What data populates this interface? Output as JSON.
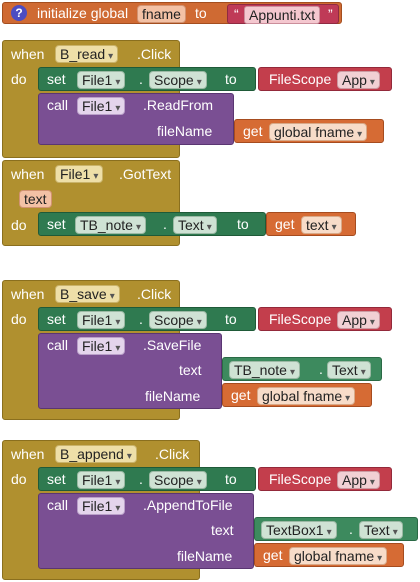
{
  "init": {
    "label": "initialize global",
    "var": "fname",
    "to": "to",
    "quote_open": "“",
    "value": "Appunti.txt",
    "quote_close": "”",
    "help": "?"
  },
  "common": {
    "when": "when",
    "do": "do",
    "set": "set",
    "call": "call",
    "to": "to",
    "dot": ".",
    "get": "get",
    "caret": "▾"
  },
  "blocks": [
    {
      "component": "B_read",
      "event": ".Click",
      "set_comp": "File1",
      "set_prop": "Scope",
      "scope_label": "FileScope",
      "scope_val": "App",
      "call_comp": "File1",
      "method": ".ReadFrom",
      "arg1": "fileName",
      "arg1_get": "global fname"
    },
    {
      "component": "File1",
      "event": ".GotText",
      "param": "text",
      "set_comp": "TB_note",
      "set_prop": "Text",
      "get_val": "text"
    },
    {
      "component": "B_save",
      "event": ".Click",
      "set_comp": "File1",
      "set_prop": "Scope",
      "scope_label": "FileScope",
      "scope_val": "App",
      "call_comp": "File1",
      "method": ".SaveFile",
      "arg1": "text",
      "arg1_comp": "TB_note",
      "arg1_prop": "Text",
      "arg2": "fileName",
      "arg2_get": "global fname"
    },
    {
      "component": "B_append",
      "event": ".Click",
      "set_comp": "File1",
      "set_prop": "Scope",
      "scope_label": "FileScope",
      "scope_val": "App",
      "call_comp": "File1",
      "method": ".AppendToFile",
      "arg1": "text",
      "arg1_comp": "TextBox1",
      "arg1_prop": "Text",
      "arg2": "fileName",
      "arg2_get": "global fname"
    }
  ]
}
